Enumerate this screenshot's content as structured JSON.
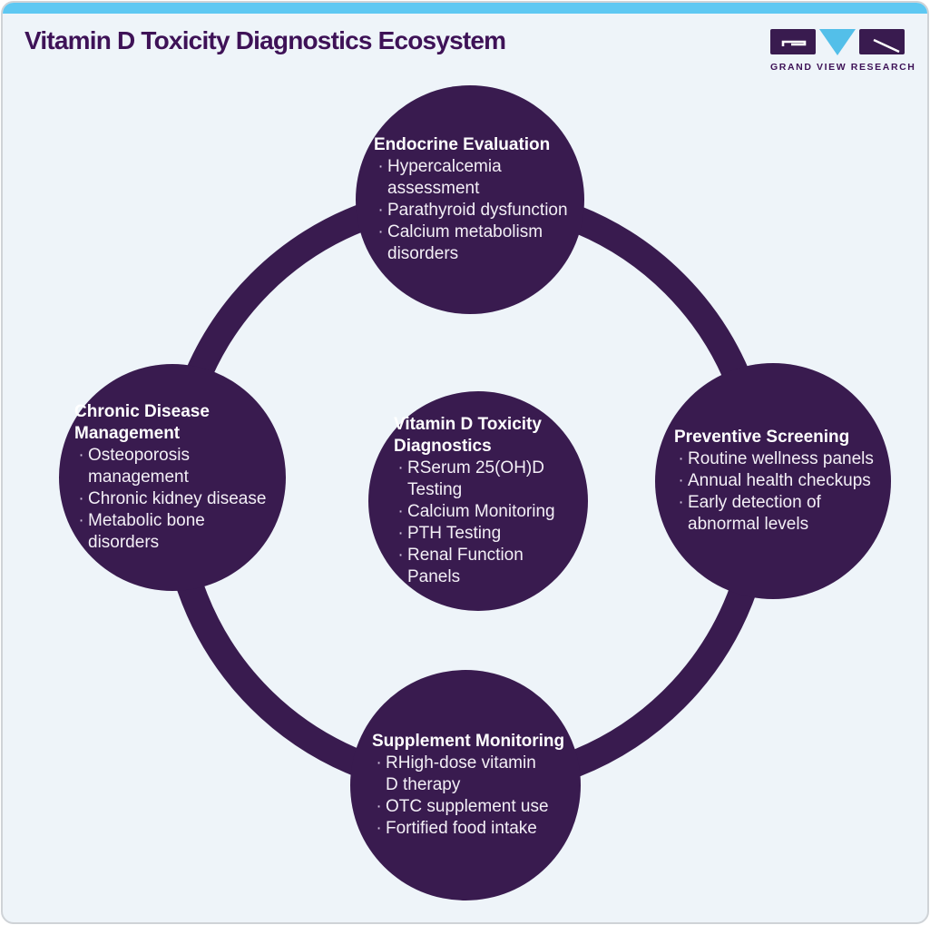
{
  "page": {
    "title": "Vitamin D Toxicity Diagnostics Ecosystem"
  },
  "logo": {
    "caption": "GRAND VIEW RESEARCH",
    "letters": [
      "G",
      "V",
      "R"
    ]
  },
  "colors": {
    "node_purple": "#391b4f",
    "title_purple": "#3e1257",
    "accent_blue": "#5ec8f2",
    "logo_triangle_blue": "#53bfe9",
    "card_background": "#eef4f9",
    "body_text": "#f3eff6",
    "heading_text": "#ffffff"
  },
  "bullet_glyph": "·",
  "nodes": {
    "top": {
      "title": "Endocrine Evaluation",
      "bullets": [
        "Hypercalcemia assessment",
        "Parathyroid dysfunction",
        "Calcium metabolism disorders"
      ]
    },
    "left": {
      "title": "Chronic Disease Management",
      "bullets": [
        "Osteoporosis management",
        "Chronic kidney disease",
        "Metabolic bone disorders"
      ]
    },
    "center": {
      "title": "Vitamin D Toxicity Diagnostics",
      "bullets": [
        "RSerum 25(OH)D Testing",
        "Calcium Monitoring",
        "PTH Testing",
        "Renal Function Panels"
      ]
    },
    "right": {
      "title": "Preventive Screening",
      "bullets": [
        "Routine wellness panels",
        "Annual health checkups",
        "Early detection of abnormal levels"
      ]
    },
    "bottom": {
      "title": "Supplement Monitoring",
      "bullets": [
        "RHigh-dose vitamin D therapy",
        "OTC supplement use",
        "Fortified food intake"
      ]
    }
  }
}
